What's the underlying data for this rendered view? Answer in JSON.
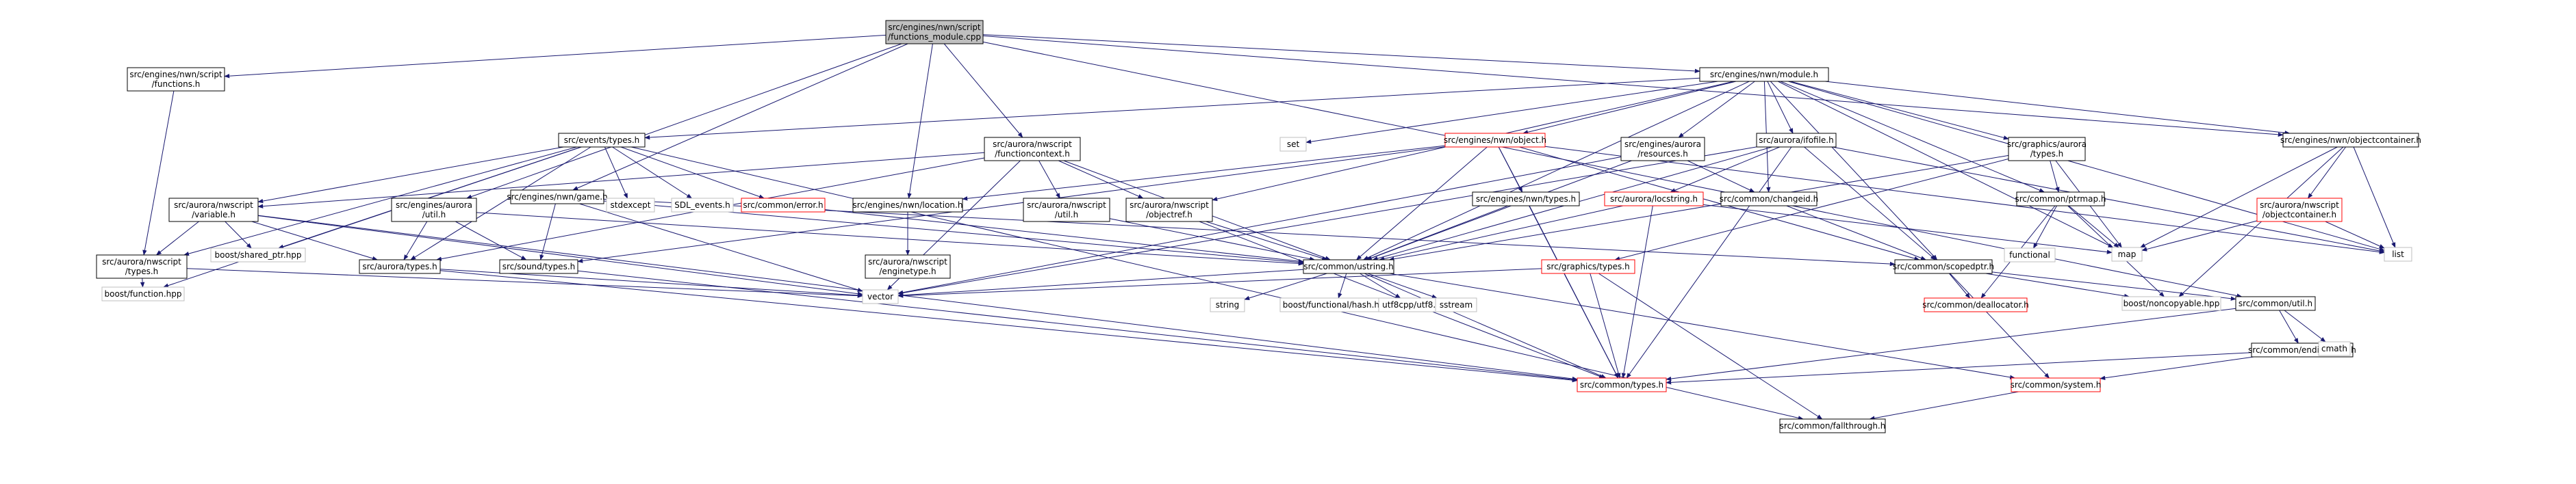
{
  "nodes": [
    {
      "id": "root",
      "lines": [
        "src/engines/nwn/script",
        "/functions_module.cpp"
      ],
      "style": "root"
    },
    {
      "id": "functions_h",
      "lines": [
        "src/engines/nwn/script",
        "/functions.h"
      ],
      "style": "box"
    },
    {
      "id": "module_h",
      "lines": [
        "src/engines/nwn/module.h"
      ],
      "style": "box"
    },
    {
      "id": "events_types_h",
      "lines": [
        "src/events/types.h"
      ],
      "style": "box"
    },
    {
      "id": "functioncontext_h",
      "lines": [
        "src/aurora/nwscript",
        "/functioncontext.h"
      ],
      "style": "box"
    },
    {
      "id": "object_h",
      "lines": [
        "src/engines/nwn/object.h"
      ],
      "style": "red"
    },
    {
      "id": "resources_h",
      "lines": [
        "src/engines/aurora",
        "/resources.h"
      ],
      "style": "box"
    },
    {
      "id": "ifofile_h",
      "lines": [
        "src/aurora/ifofile.h"
      ],
      "style": "box"
    },
    {
      "id": "graphics_aurora_types_h",
      "lines": [
        "src/graphics/aurora",
        "/types.h"
      ],
      "style": "box"
    },
    {
      "id": "objectcontainer_h",
      "lines": [
        "src/engines/nwn/objectcontainer.h"
      ],
      "style": "box"
    },
    {
      "id": "set",
      "lines": [
        "set"
      ],
      "style": "plain"
    },
    {
      "id": "variable_h",
      "lines": [
        "src/aurora/nwscript",
        "/variable.h"
      ],
      "style": "box"
    },
    {
      "id": "engines_aurora_util_h",
      "lines": [
        "src/engines/aurora",
        "/util.h"
      ],
      "style": "box"
    },
    {
      "id": "game_h",
      "lines": [
        "src/engines/nwn/game.h"
      ],
      "style": "box"
    },
    {
      "id": "stdexcept",
      "lines": [
        "stdexcept"
      ],
      "style": "plain"
    },
    {
      "id": "sdl_events_h",
      "lines": [
        "SDL_events.h"
      ],
      "style": "plain"
    },
    {
      "id": "error_h",
      "lines": [
        "src/common/error.h"
      ],
      "style": "red"
    },
    {
      "id": "location_h",
      "lines": [
        "src/engines/nwn/location.h"
      ],
      "style": "box"
    },
    {
      "id": "nwscript_util_h",
      "lines": [
        "src/aurora/nwscript",
        "/util.h"
      ],
      "style": "box"
    },
    {
      "id": "objectref_h",
      "lines": [
        "src/aurora/nwscript",
        "/objectref.h"
      ],
      "style": "box"
    },
    {
      "id": "nwn_types_h",
      "lines": [
        "src/engines/nwn/types.h"
      ],
      "style": "box"
    },
    {
      "id": "locstring_h",
      "lines": [
        "src/aurora/locstring.h"
      ],
      "style": "red"
    },
    {
      "id": "changeid_h",
      "lines": [
        "src/common/changeid.h"
      ],
      "style": "box"
    },
    {
      "id": "ptrmap_h",
      "lines": [
        "src/common/ptrmap.h"
      ],
      "style": "box"
    },
    {
      "id": "nwscript_objectcontainer_h",
      "lines": [
        "src/aurora/nwscript",
        "/objectcontainer.h"
      ],
      "style": "red"
    },
    {
      "id": "nwscript_types_h",
      "lines": [
        "src/aurora/nwscript",
        "/types.h"
      ],
      "style": "box"
    },
    {
      "id": "shared_ptr_hpp",
      "lines": [
        "boost/shared_ptr.hpp"
      ],
      "style": "plain"
    },
    {
      "id": "aurora_types_h",
      "lines": [
        "src/aurora/types.h"
      ],
      "style": "box"
    },
    {
      "id": "sound_types_h",
      "lines": [
        "src/sound/types.h"
      ],
      "style": "box"
    },
    {
      "id": "enginetype_h",
      "lines": [
        "src/aurora/nwscript",
        "/enginetype.h"
      ],
      "style": "box"
    },
    {
      "id": "ustring_h",
      "lines": [
        "src/common/ustring.h"
      ],
      "style": "box"
    },
    {
      "id": "graphics_types_h",
      "lines": [
        "src/graphics/types.h"
      ],
      "style": "red"
    },
    {
      "id": "scopedptr_h",
      "lines": [
        "src/common/scopedptr.h"
      ],
      "style": "box"
    },
    {
      "id": "functional",
      "lines": [
        "functional"
      ],
      "style": "plain"
    },
    {
      "id": "map",
      "lines": [
        "map"
      ],
      "style": "plain"
    },
    {
      "id": "list",
      "lines": [
        "list"
      ],
      "style": "plain"
    },
    {
      "id": "boost_function_hpp",
      "lines": [
        "boost/function.hpp"
      ],
      "style": "plain"
    },
    {
      "id": "vector",
      "lines": [
        "vector"
      ],
      "style": "plain"
    },
    {
      "id": "string",
      "lines": [
        "string"
      ],
      "style": "plain"
    },
    {
      "id": "hash_hpp",
      "lines": [
        "boost/functional/hash.hpp"
      ],
      "style": "plain"
    },
    {
      "id": "utf8_h",
      "lines": [
        "utf8cpp/utf8.h"
      ],
      "style": "plain"
    },
    {
      "id": "sstream",
      "lines": [
        "sstream"
      ],
      "style": "plain"
    },
    {
      "id": "deallocator_h",
      "lines": [
        "src/common/deallocator.h"
      ],
      "style": "red"
    },
    {
      "id": "noncopyable_hpp",
      "lines": [
        "boost/noncopyable.hpp"
      ],
      "style": "plain"
    },
    {
      "id": "util_h",
      "lines": [
        "src/common/util.h"
      ],
      "style": "box"
    },
    {
      "id": "endianness_h",
      "lines": [
        "src/common/endianness.h"
      ],
      "style": "box"
    },
    {
      "id": "cmath",
      "lines": [
        "cmath"
      ],
      "style": "plain"
    },
    {
      "id": "common_types_h",
      "lines": [
        "src/common/types.h"
      ],
      "style": "red"
    },
    {
      "id": "system_h",
      "lines": [
        "src/common/system.h"
      ],
      "style": "red"
    },
    {
      "id": "fallthrough_h",
      "lines": [
        "src/common/fallthrough.h"
      ],
      "style": "box"
    }
  ],
  "edges": [
    [
      "root",
      "functions_h"
    ],
    [
      "root",
      "module_h"
    ],
    [
      "root",
      "functioncontext_h"
    ],
    [
      "root",
      "engines_aurora_util_h"
    ],
    [
      "root",
      "game_h"
    ],
    [
      "root",
      "location_h"
    ],
    [
      "root",
      "objectcontainer_h"
    ],
    [
      "root",
      "util_h"
    ],
    [
      "functions_h",
      "nwscript_types_h"
    ],
    [
      "module_h",
      "events_types_h"
    ],
    [
      "module_h",
      "set"
    ],
    [
      "module_h",
      "ustring_h"
    ],
    [
      "module_h",
      "object_h"
    ],
    [
      "module_h",
      "resources_h"
    ],
    [
      "module_h",
      "ifofile_h"
    ],
    [
      "module_h",
      "graphics_aurora_types_h"
    ],
    [
      "module_h",
      "objectcontainer_h"
    ],
    [
      "module_h",
      "objectref_h"
    ],
    [
      "module_h",
      "changeid_h"
    ],
    [
      "module_h",
      "scopedptr_h"
    ],
    [
      "module_h",
      "ptrmap_h"
    ],
    [
      "module_h",
      "map"
    ],
    [
      "module_h",
      "list"
    ],
    [
      "events_types_h",
      "variable_h"
    ],
    [
      "events_types_h",
      "nwscript_types_h"
    ],
    [
      "events_types_h",
      "aurora_types_h"
    ],
    [
      "events_types_h",
      "shared_ptr_hpp"
    ],
    [
      "events_types_h",
      "boost_function_hpp"
    ],
    [
      "events_types_h",
      "stdexcept"
    ],
    [
      "events_types_h",
      "sdl_events_h"
    ],
    [
      "events_types_h",
      "error_h"
    ],
    [
      "events_types_h",
      "fallthrough_h"
    ],
    [
      "functioncontext_h",
      "variable_h"
    ],
    [
      "functioncontext_h",
      "nwscript_util_h"
    ],
    [
      "functioncontext_h",
      "objectref_h"
    ],
    [
      "functioncontext_h",
      "ustring_h"
    ],
    [
      "functioncontext_h",
      "aurora_types_h"
    ],
    [
      "functioncontext_h",
      "vector"
    ],
    [
      "object_h",
      "location_h"
    ],
    [
      "object_h",
      "nwn_types_h"
    ],
    [
      "object_h",
      "ustring_h"
    ],
    [
      "object_h",
      "common_types_h"
    ],
    [
      "object_h",
      "scopedptr_h"
    ],
    [
      "object_h",
      "list"
    ],
    [
      "object_h",
      "sound_types_h"
    ],
    [
      "resources_h",
      "ustring_h"
    ],
    [
      "resources_h",
      "changeid_h"
    ],
    [
      "resources_h",
      "vector"
    ],
    [
      "ifofile_h",
      "locstring_h"
    ],
    [
      "ifofile_h",
      "ustring_h"
    ],
    [
      "ifofile_h",
      "scopedptr_h"
    ],
    [
      "ifofile_h",
      "common_types_h"
    ],
    [
      "ifofile_h",
      "list"
    ],
    [
      "ifofile_h",
      "vector"
    ],
    [
      "graphics_aurora_types_h",
      "ptrmap_h"
    ],
    [
      "graphics_aurora_types_h",
      "graphics_types_h"
    ],
    [
      "graphics_aurora_types_h",
      "map"
    ],
    [
      "graphics_aurora_types_h",
      "ustring_h"
    ],
    [
      "objectcontainer_h",
      "nwscript_objectcontainer_h"
    ],
    [
      "objectcontainer_h",
      "map"
    ],
    [
      "objectcontainer_h",
      "list"
    ],
    [
      "objectcontainer_h",
      "noncopyable_hpp"
    ],
    [
      "nwscript_objectcontainer_h",
      "map"
    ],
    [
      "nwscript_objectcontainer_h",
      "list"
    ],
    [
      "variable_h",
      "nwscript_types_h"
    ],
    [
      "variable_h",
      "aurora_types_h"
    ],
    [
      "variable_h",
      "shared_ptr_hpp"
    ],
    [
      "variable_h",
      "vector"
    ],
    [
      "variable_h",
      "common_types_h"
    ],
    [
      "engines_aurora_util_h",
      "aurora_types_h"
    ],
    [
      "engines_aurora_util_h",
      "sound_types_h"
    ],
    [
      "engines_aurora_util_h",
      "ustring_h"
    ],
    [
      "game_h",
      "sound_types_h"
    ],
    [
      "game_h",
      "ustring_h"
    ],
    [
      "game_h",
      "vector"
    ],
    [
      "game_h",
      "scopedptr_h"
    ],
    [
      "error_h",
      "ustring_h"
    ],
    [
      "location_h",
      "enginetype_h"
    ],
    [
      "nwscript_util_h",
      "ustring_h"
    ],
    [
      "objectref_h",
      "ustring_h"
    ],
    [
      "objectref_h",
      "common_types_h"
    ],
    [
      "nwn_types_h",
      "ustring_h"
    ],
    [
      "nwn_types_h",
      "common_types_h"
    ],
    [
      "locstring_h",
      "ustring_h"
    ],
    [
      "locstring_h",
      "map"
    ],
    [
      "locstring_h",
      "common_types_h"
    ],
    [
      "changeid_h",
      "scopedptr_h"
    ],
    [
      "ptrmap_h",
      "functional"
    ],
    [
      "ptrmap_h",
      "map"
    ],
    [
      "ptrmap_h",
      "deallocator_h"
    ],
    [
      "ptrmap_h",
      "noncopyable_hpp"
    ],
    [
      "nwscript_types_h",
      "boost_function_hpp"
    ],
    [
      "nwscript_types_h",
      "vector"
    ],
    [
      "aurora_types_h",
      "vector"
    ],
    [
      "aurora_types_h",
      "common_types_h"
    ],
    [
      "sound_types_h",
      "common_types_h"
    ],
    [
      "ustring_h",
      "string"
    ],
    [
      "ustring_h",
      "hash_hpp"
    ],
    [
      "ustring_h",
      "utf8_h"
    ],
    [
      "ustring_h",
      "sstream"
    ],
    [
      "ustring_h",
      "vector"
    ],
    [
      "ustring_h",
      "common_types_h"
    ],
    [
      "ustring_h",
      "system_h"
    ],
    [
      "graphics_types_h",
      "vector"
    ],
    [
      "graphics_types_h",
      "common_types_h"
    ],
    [
      "graphics_types_h",
      "fallthrough_h"
    ],
    [
      "scopedptr_h",
      "deallocator_h"
    ],
    [
      "scopedptr_h",
      "noncopyable_hpp"
    ],
    [
      "scopedptr_h",
      "util_h"
    ],
    [
      "scopedptr_h",
      "system_h"
    ],
    [
      "util_h",
      "endianness_h"
    ],
    [
      "util_h",
      "cmath"
    ],
    [
      "util_h",
      "common_types_h"
    ],
    [
      "endianness_h",
      "common_types_h"
    ],
    [
      "endianness_h",
      "system_h"
    ],
    [
      "system_h",
      "fallthrough_h"
    ]
  ],
  "colors": {
    "edge": "#191970",
    "box_border": "#000000",
    "red_border": "#ff0000",
    "plain_border": "#bfbfbf",
    "root_fill": "#bfbfbf",
    "node_fill": "#ffffff",
    "text": "#000000"
  }
}
